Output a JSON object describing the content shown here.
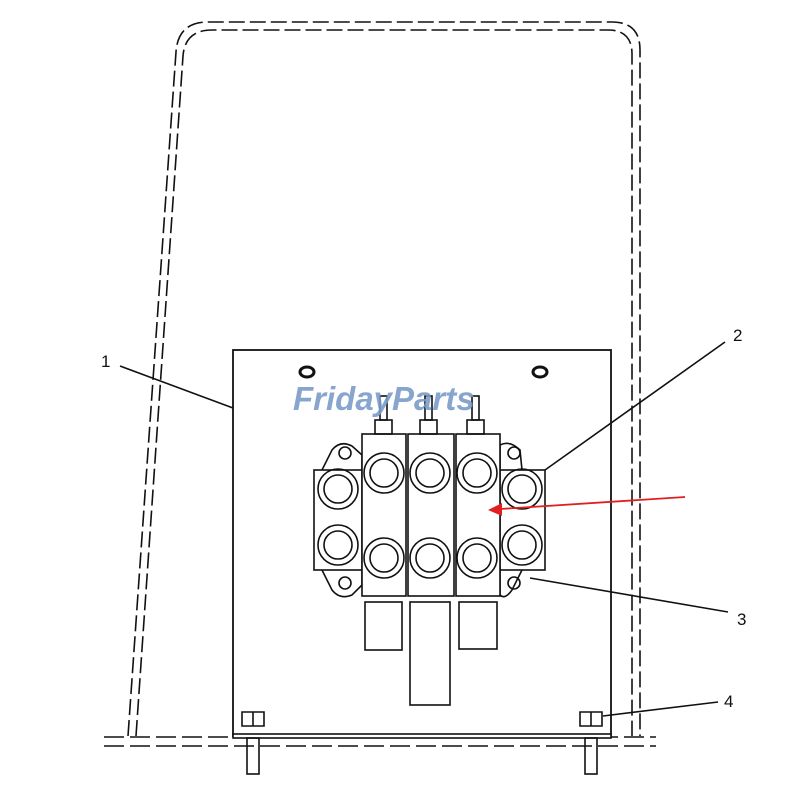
{
  "callouts": [
    {
      "number": "1",
      "part": "plate"
    },
    {
      "number": "2",
      "part": "control-valve"
    },
    {
      "number": "3",
      "part": "mounting-bolt"
    },
    {
      "number": "4",
      "part": "base-bolt"
    }
  ],
  "watermark": "FridayParts",
  "colors": {
    "line": "#111111",
    "highlight_arrow": "#e02020",
    "watermark": "#7b9cc8"
  }
}
